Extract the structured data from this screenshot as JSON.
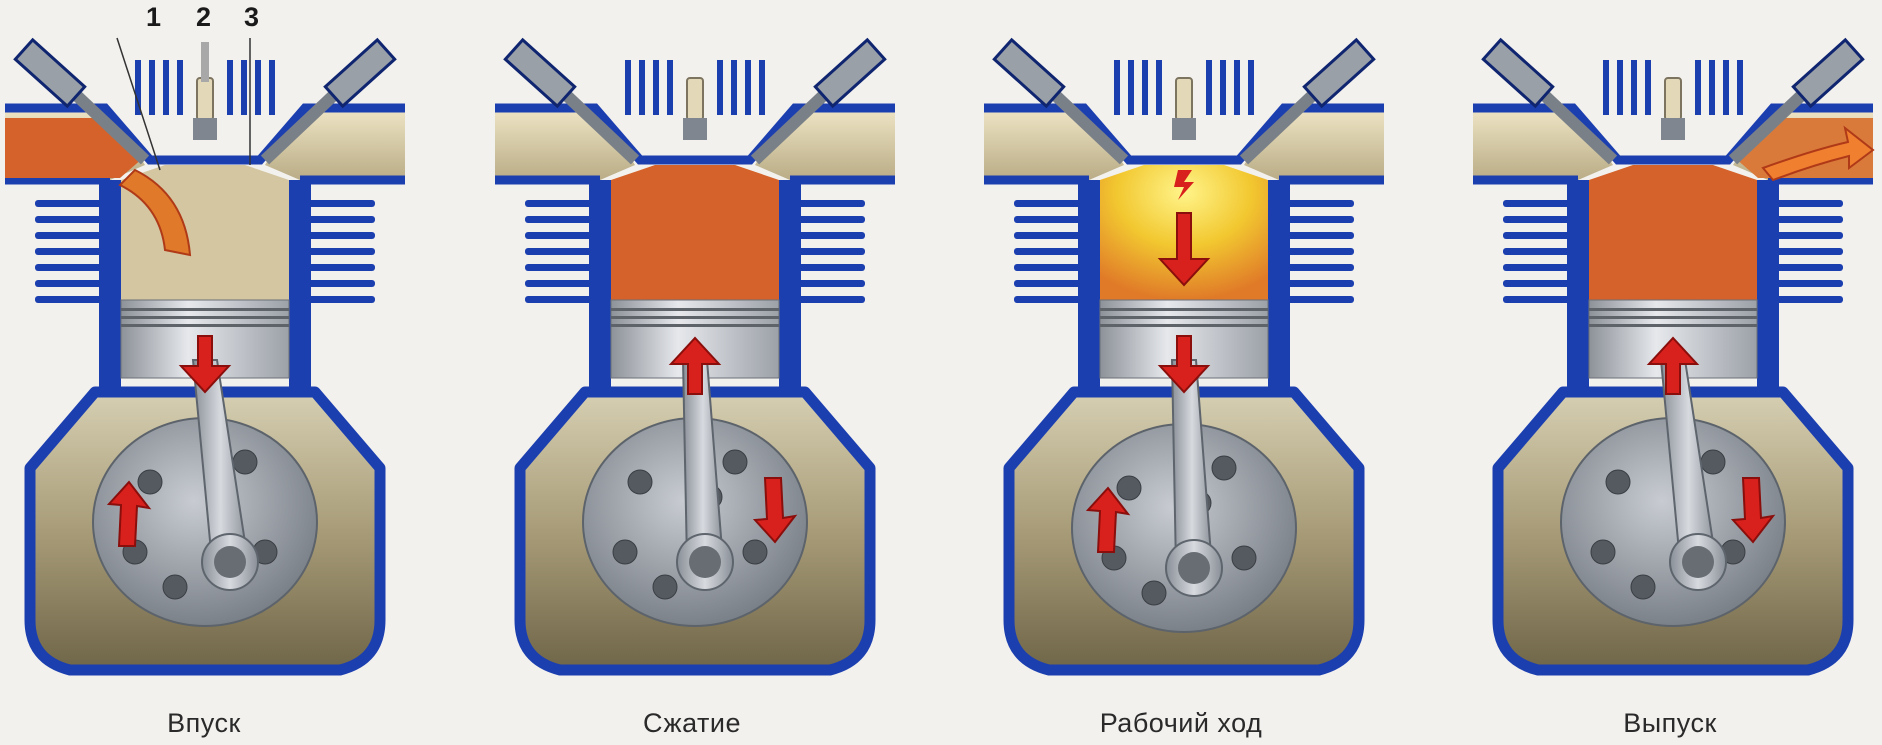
{
  "labels": {
    "n1": "1",
    "n2": "2",
    "n3": "3"
  },
  "strokes": [
    {
      "caption": "Впуск",
      "piston_arrow": "down",
      "crank_arrow": "up",
      "charge": "intake",
      "arrow_in_chamber": "intake-flow"
    },
    {
      "caption": "Сжатие",
      "piston_arrow": "up",
      "crank_arrow": "down",
      "charge": "compressed",
      "arrow_in_chamber": "none"
    },
    {
      "caption": "Рабочий ход",
      "piston_arrow": "down",
      "crank_arrow": "up",
      "charge": "ignition",
      "arrow_in_chamber": "force-down"
    },
    {
      "caption": "Выпуск",
      "piston_arrow": "up",
      "crank_arrow": "down",
      "charge": "exhaust",
      "arrow_in_chamber": "exhaust-flow"
    }
  ],
  "colors": {
    "background": "#f3f1ee",
    "wall": "#1c3fb0",
    "wall_dark": "#0f2570",
    "crankcase": "#8a7f5e",
    "crankcase_light": "#c9c0a0",
    "charge": "#d4622a",
    "charge_light": "#e8964a",
    "ignition": "#f2d230",
    "arrow": "#d8201c",
    "metal": "#9aa0a8",
    "metal_light": "#d2d6dc",
    "head_fill": "#d8cca8"
  }
}
